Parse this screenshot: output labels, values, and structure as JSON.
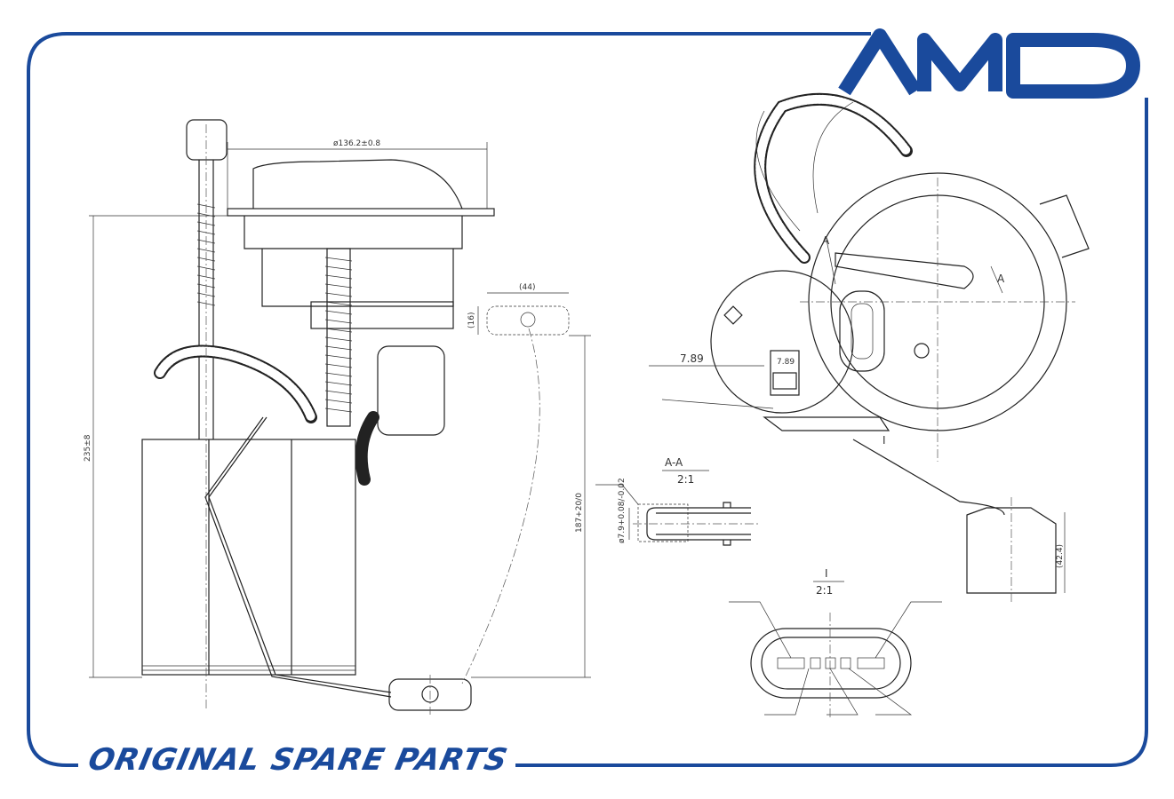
{
  "brand": {
    "logo_text": "AMD",
    "tagline": "ORIGINAL SPARE PARTS",
    "color": "#1a4a9c"
  },
  "dimensions": {
    "flange_diameter": "ø136.2±0.8",
    "height_total": "235±8",
    "float_length": "(44)",
    "float_width": "(16)",
    "float_arm_height": "187+20/0",
    "pipe_diameter": "ø7.9+0.08/-0.02",
    "fitting_size": "7.89",
    "fitting_label": "7.89",
    "float_height": "(42.4)"
  },
  "sections": {
    "section_aa_name": "A-A",
    "section_aa_scale": "2:1",
    "detail_i_name": "I",
    "detail_i_scale": "2:1",
    "cut_mark_left": "A",
    "cut_mark_right": "A",
    "detail_mark": "I"
  }
}
